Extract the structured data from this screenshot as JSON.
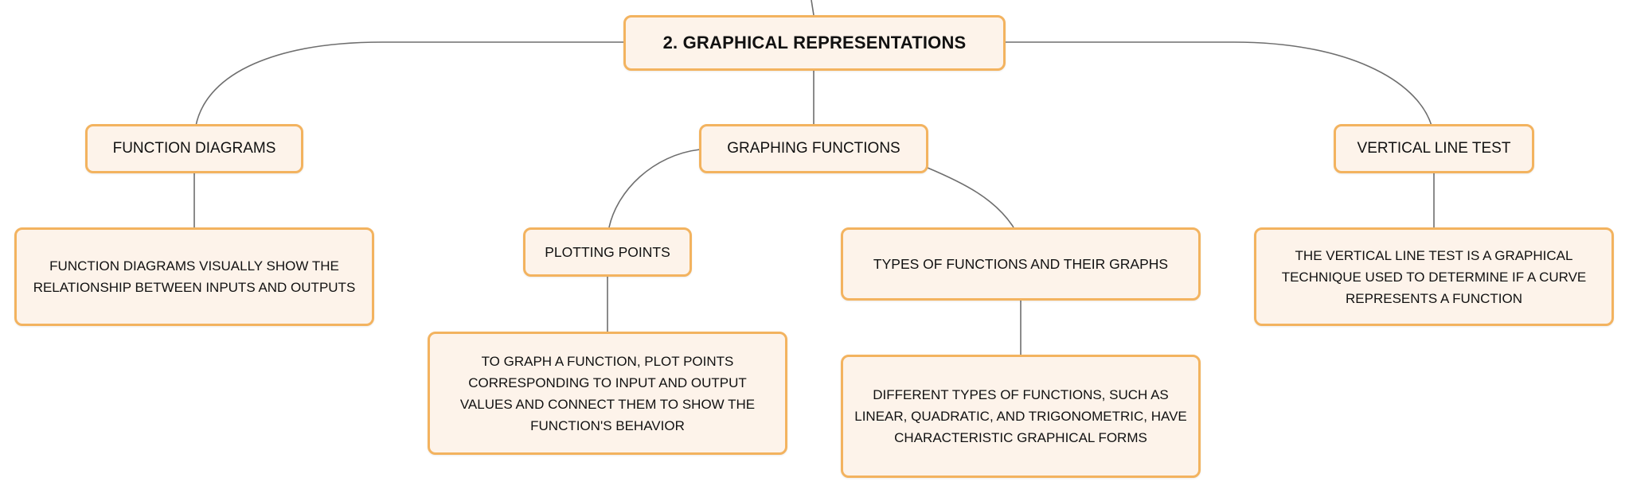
{
  "root": {
    "label": "2. GRAPHICAL REPRESENTATIONS"
  },
  "branches": {
    "function_diagrams": {
      "label": "FUNCTION DIAGRAMS",
      "detail": "FUNCTION DIAGRAMS VISUALLY SHOW THE RELATIONSHIP BETWEEN INPUTS AND OUTPUTS"
    },
    "graphing_functions": {
      "label": "GRAPHING FUNCTIONS",
      "plotting_points": {
        "label": "PLOTTING POINTS",
        "detail": "TO GRAPH A FUNCTION, PLOT POINTS CORRESPONDING TO INPUT AND OUTPUT VALUES AND CONNECT THEM TO SHOW THE FUNCTION'S BEHAVIOR"
      },
      "types_of_functions": {
        "label": "TYPES OF FUNCTIONS AND THEIR GRAPHS",
        "detail": "DIFFERENT TYPES OF FUNCTIONS, SUCH AS LINEAR, QUADRATIC, AND TRIGONOMETRIC, HAVE CHARACTERISTIC GRAPHICAL FORMS"
      }
    },
    "vertical_line_test": {
      "label": "VERTICAL LINE TEST",
      "detail": "THE VERTICAL LINE TEST IS A GRAPHICAL TECHNIQUE USED TO DETERMINE IF A CURVE REPRESENTS A FUNCTION"
    }
  },
  "colors": {
    "node_fill": "#fdf3ea",
    "node_border": "#f3b35f",
    "connector": "#6e6e6e"
  }
}
